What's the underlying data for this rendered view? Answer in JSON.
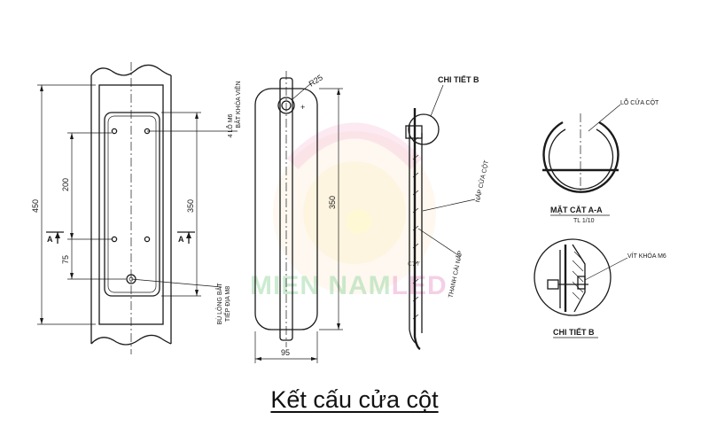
{
  "caption": "Kết cấu cửa cột",
  "watermark": {
    "part1": "MIEN NAM",
    "part2": "LED",
    "small": "CTY"
  },
  "front_view": {
    "dim_total": "450",
    "dim_upper": "200",
    "dim_lower": "75",
    "dim_inner": "350",
    "hole_note_line1": "4 LỖ M6",
    "hole_note_line2": "BẮT KHÓA VIỀN",
    "bolt_note_line1": "BÙ LÔNG BẮT",
    "bolt_note_line2": "TIẾP ĐỊA M8",
    "section_mark_left": "A",
    "section_mark_right": "A"
  },
  "door_view": {
    "radius_label": "R25",
    "dim_height": "350",
    "dim_width": "95"
  },
  "side_view": {
    "label_detail": "CHI TIẾT B",
    "label_door": "NẮP CỬA CỘT",
    "label_bar": "THANH CÀI NẮP"
  },
  "section_aa": {
    "label_slot": "LỖ CỬA CỘT",
    "title": "MẶT CẮT A-A",
    "scale": "TL 1/10"
  },
  "detail_b": {
    "label_screw": "VÍT KHÓA M6",
    "title": "CHI TIẾT B"
  }
}
